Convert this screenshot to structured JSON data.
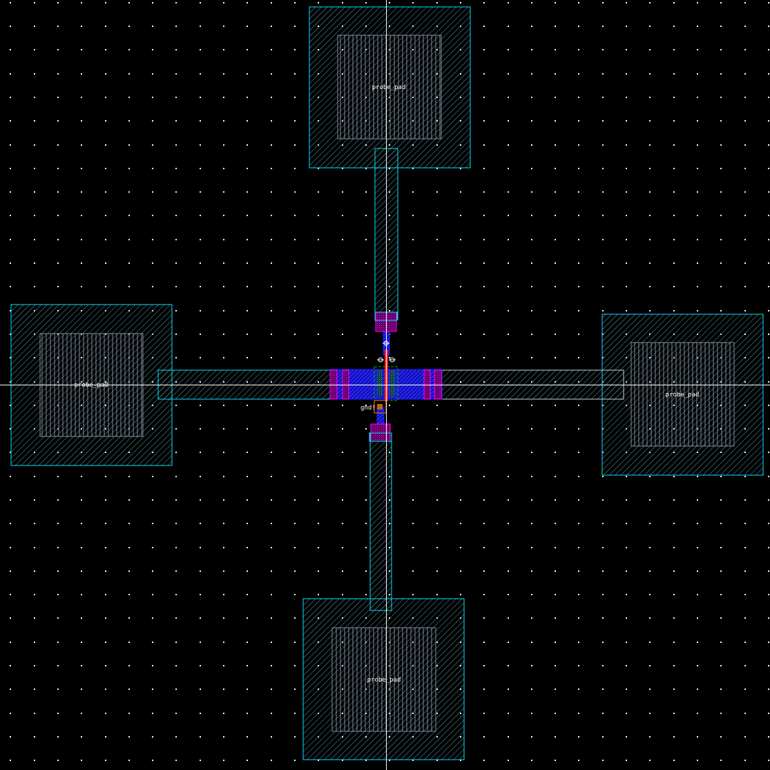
{
  "layout": {
    "pads": [
      {
        "label": "probe_pad"
      },
      {
        "label": "probe_pad"
      },
      {
        "label": "probe_pad"
      },
      {
        "label": "probe_pad"
      }
    ],
    "net_label": "gnd!"
  },
  "colors": {
    "background": "#000000",
    "pad_outline": "#00e5ff",
    "pad_inner": "#8a8aa0",
    "diffusion": "#1a1aff",
    "poly": "#ff2020",
    "contact": "#ff00ff",
    "well": "#00b000",
    "select": "#ff8000",
    "grid": "#ffffff"
  }
}
